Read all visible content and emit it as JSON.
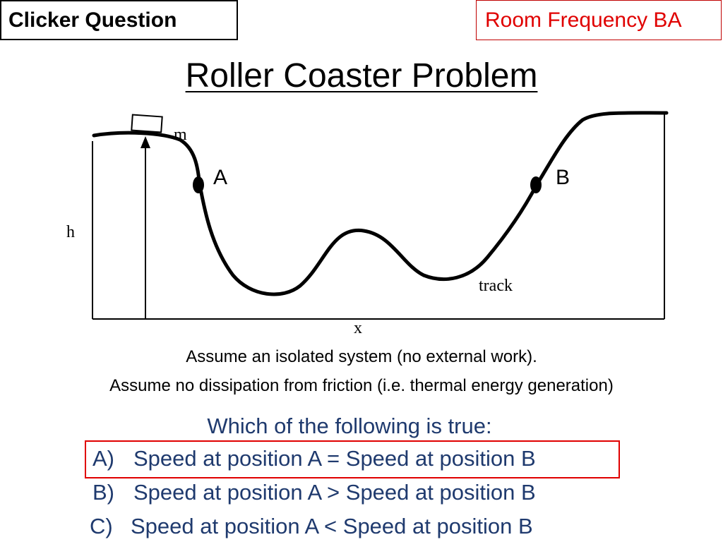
{
  "header": {
    "clicker_label": "Clicker Question",
    "room_label": "Room Frequency BA"
  },
  "title": "Roller Coaster Problem",
  "diagram": {
    "mass_label": "m",
    "height_label": "h",
    "x_label": "x",
    "track_label": "track",
    "point_a": "A",
    "point_b": "B"
  },
  "assumptions": [
    "Assume an isolated system (no external work).",
    "Assume no dissipation from friction (i.e. thermal energy generation)"
  ],
  "question": {
    "prompt": "Which of the following is true:",
    "options": [
      {
        "letter": "A)",
        "text": "Speed at position A = Speed at position B"
      },
      {
        "letter": "B)",
        "text": "Speed at position A > Speed at position B"
      },
      {
        "letter": "C)",
        "text": "Speed at position A < Speed at position B"
      }
    ],
    "highlighted_option": "A)"
  },
  "colors": {
    "question_text": "#1f3a6e",
    "highlight": "#e00000"
  }
}
